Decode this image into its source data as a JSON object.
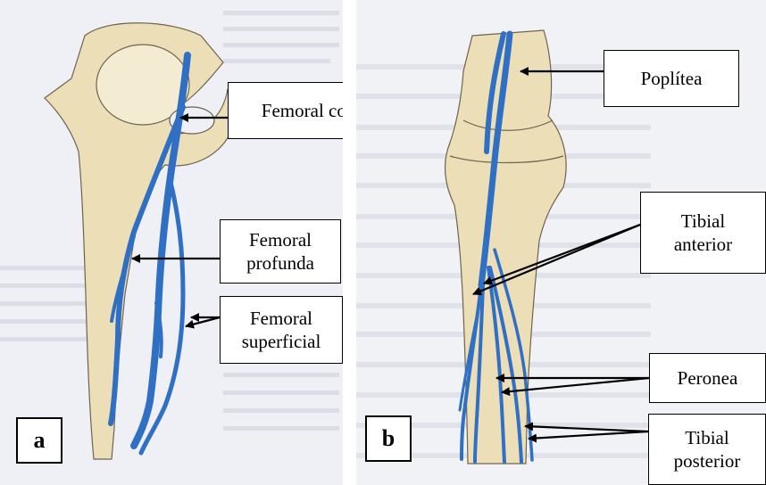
{
  "panels": {
    "a": {
      "letter": "a",
      "labels": {
        "femoral_comun": "Femoral común",
        "femoral_profunda_1": "Femoral",
        "femoral_profunda_2": "profunda",
        "femoral_superficial_1": "Femoral",
        "femoral_superficial_2": "superficial"
      }
    },
    "b": {
      "letter": "b",
      "labels": {
        "poplitea": "Poplítea",
        "tibial_anterior_1": "Tibial",
        "tibial_anterior_2": "anterior",
        "peronea": "Peronea",
        "tibial_posterior_1": "Tibial",
        "tibial_posterior_2": "posterior"
      }
    }
  },
  "colors": {
    "vein_blue": "#2f6fc4",
    "bone_fill": "#ecdfb8",
    "panel_a_bg": "#eef0f6",
    "panel_b_bg": "#f1f2f6",
    "arrow": "#000000"
  }
}
